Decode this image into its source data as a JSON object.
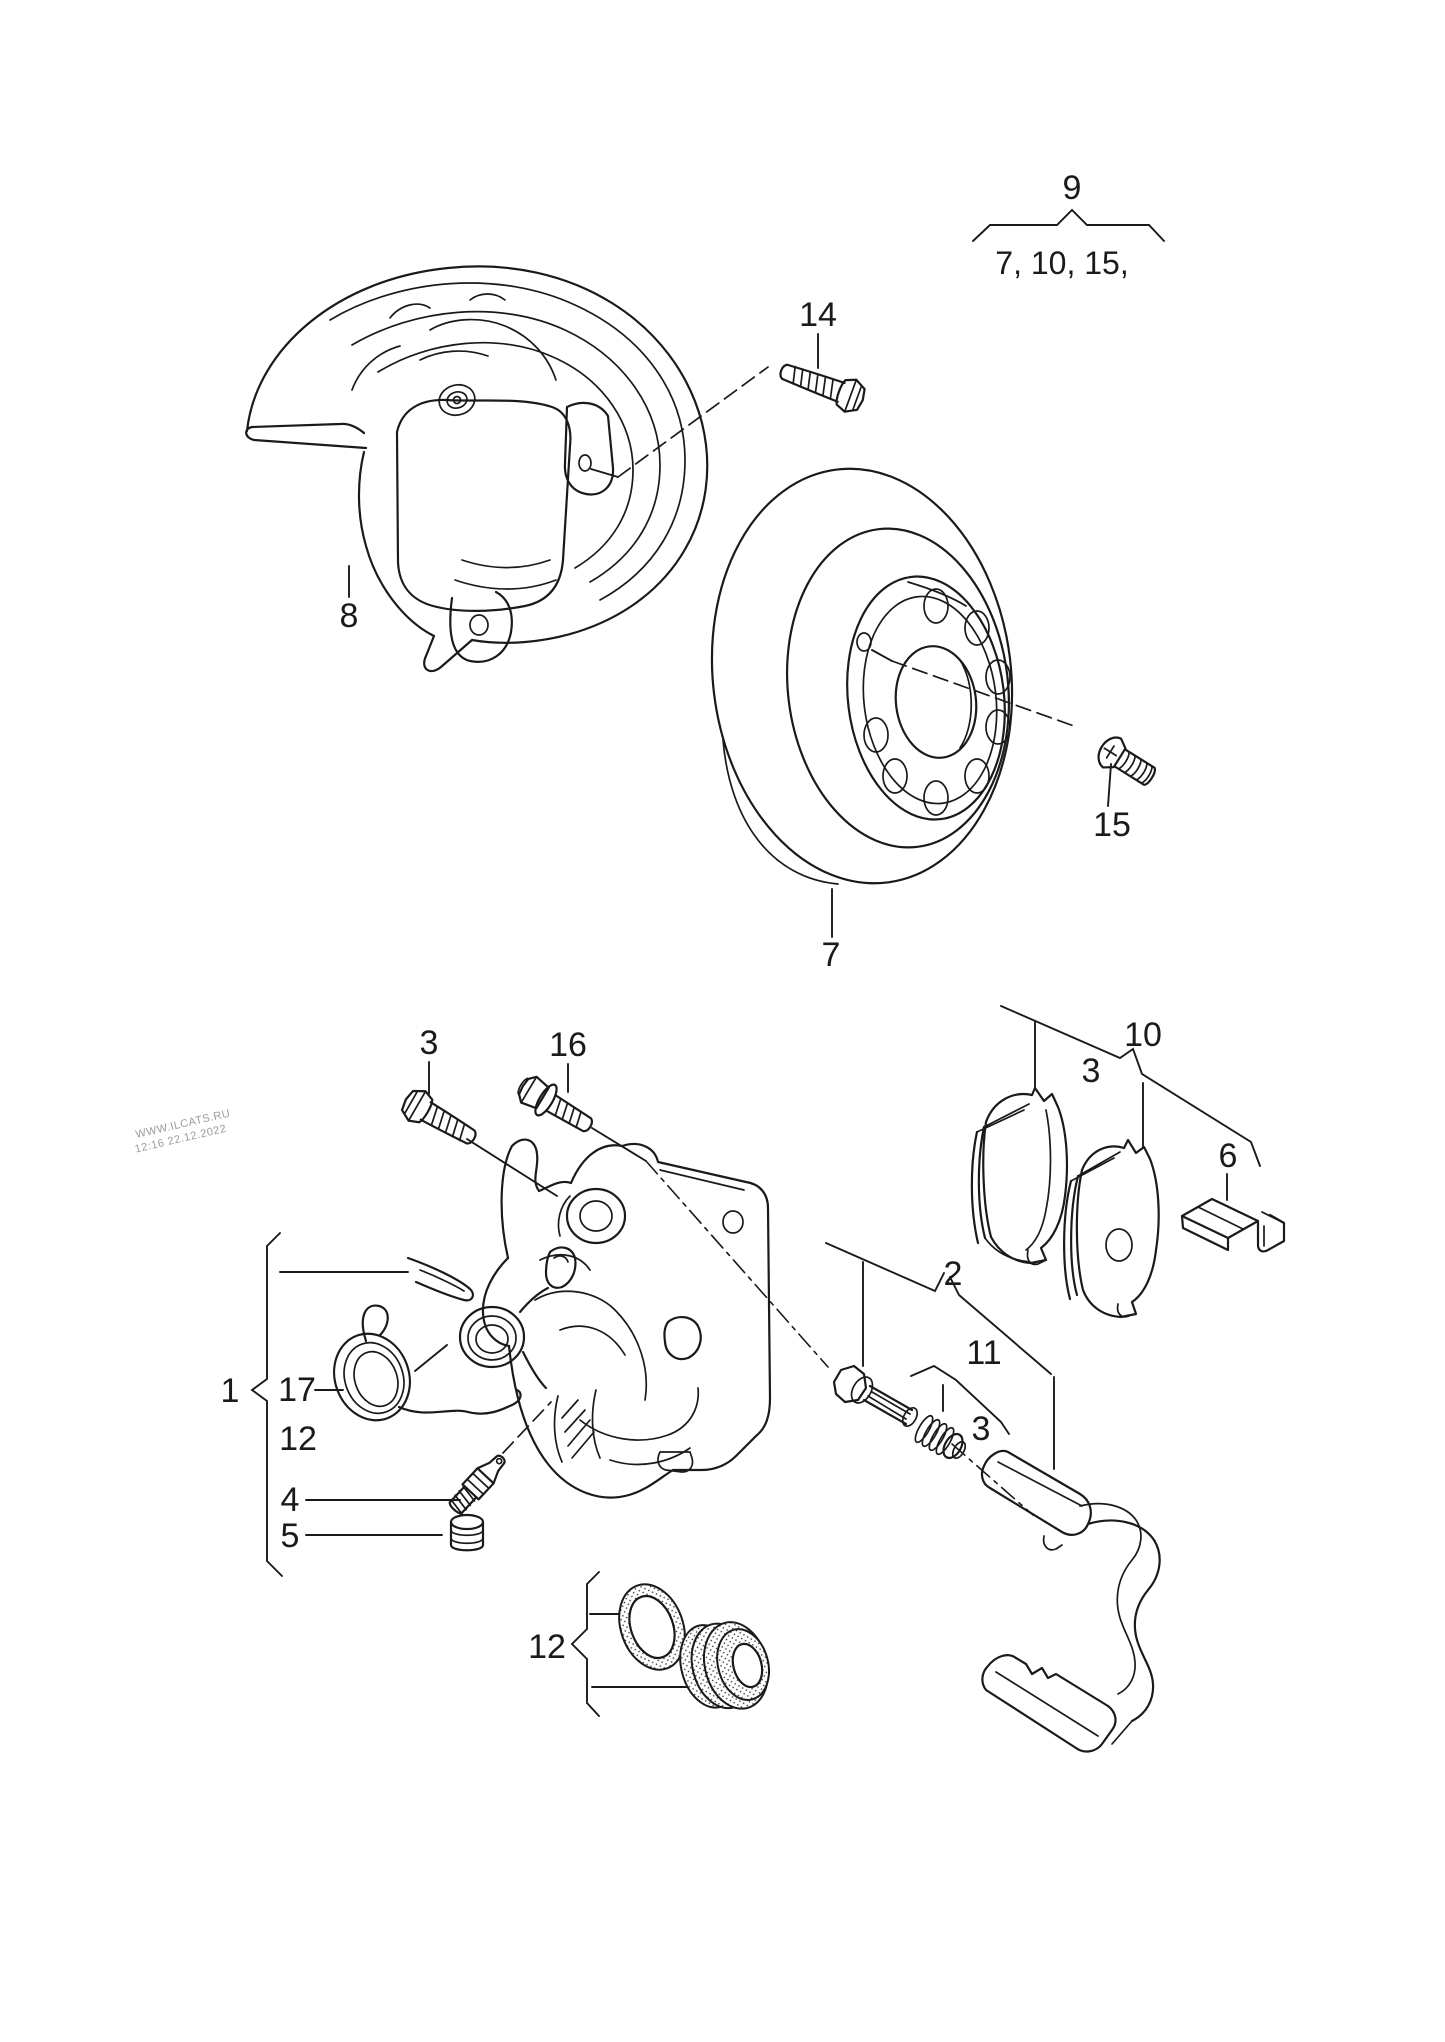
{
  "diagram": {
    "type": "exploded-parts-diagram",
    "subject": "rear disc brake: caliper, brake disc, splash shield, pads",
    "background": "#ffffff",
    "line_color": "#1a1a1a"
  },
  "watermark": {
    "line1": "WWW.ILCATS.RU",
    "line2": "12:16 22.12.2022",
    "color": "#9b9b9b"
  },
  "reference_group": {
    "number": "9",
    "includes": "7, 10, 15,"
  },
  "callouts": {
    "caliper_assembly": "1",
    "carrier_kit": "2",
    "bolt_caliper": "3",
    "pad_inner": "3",
    "pin_boot": "3",
    "bleeder_valve": "4",
    "bleeder_cap": "5",
    "wear_clip": "6",
    "brake_disc": "7",
    "splash_shield": "8",
    "pad_set": "10",
    "pin_kit": "11",
    "repair_kit_caliper": "12",
    "seal_kit": "12",
    "shield_bolt": "14",
    "disc_screw": "15",
    "guide_bolt": "16",
    "return_spring": "17"
  }
}
